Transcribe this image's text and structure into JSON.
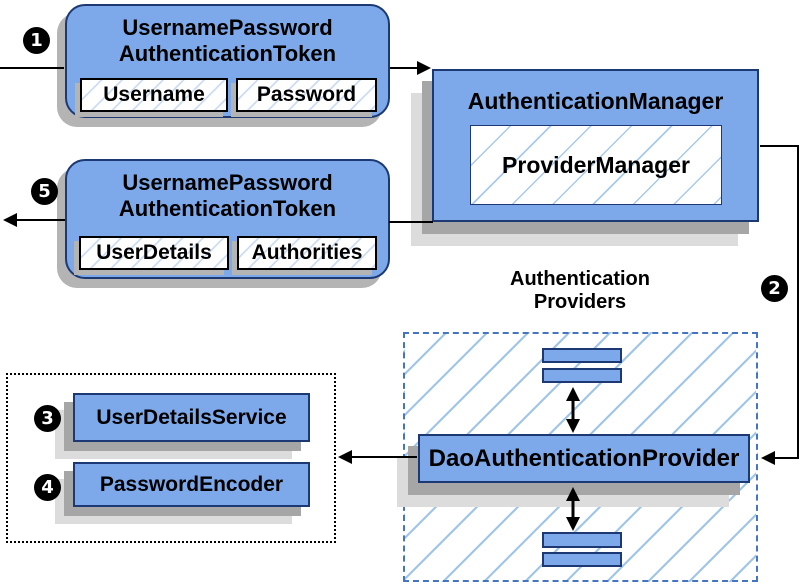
{
  "colors": {
    "node_fill": "#7da9eb",
    "node_border": "#1c3973",
    "hatch_line_light": "#cdddf4",
    "hatch_line": "#9fc5e8",
    "shadow_dark": "#a6a6a6",
    "shadow_light": "#dcdcdc",
    "providers_dashed_border": "#4575c0",
    "services_dotted_border": "#000000",
    "arrow": "#000000",
    "badge_bg": "#000000",
    "badge_text": "#ffffff"
  },
  "nodes": {
    "request_token": {
      "title_line1": "UsernamePassword",
      "title_line2": "AuthenticationToken",
      "fields": [
        "Username",
        "Password"
      ]
    },
    "authentication_manager": {
      "title": "AuthenticationManager",
      "inner": "ProviderManager"
    },
    "response_token": {
      "title_line1": "UsernamePassword",
      "title_line2": "AuthenticationToken",
      "fields": [
        "UserDetails",
        "Authorities"
      ]
    },
    "providers_group": {
      "label_line1": "Authentication",
      "label_line2": "Providers"
    },
    "dao_authentication_provider": {
      "label": "DaoAuthenticationProvider"
    },
    "user_details_service": {
      "label": "UserDetailsService"
    },
    "password_encoder": {
      "label": "PasswordEncoder"
    }
  },
  "steps": {
    "one": "1",
    "two": "2",
    "three": "3",
    "four": "4",
    "five": "5"
  }
}
